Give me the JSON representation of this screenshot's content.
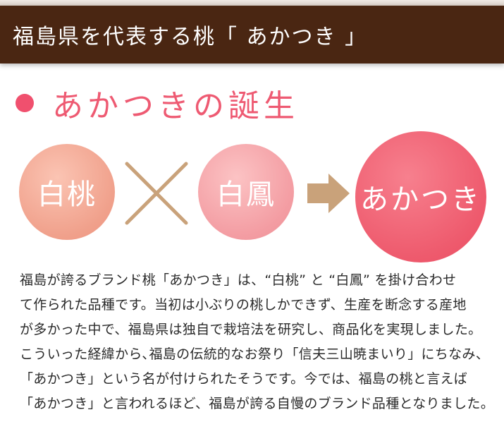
{
  "banner": {
    "title": "福島県を代表する桃「 あかつき 」"
  },
  "section": {
    "title": "あかつきの誕生"
  },
  "diagram": {
    "parent1": "白桃",
    "parent2": "白鳳",
    "result": "あかつき"
  },
  "body": {
    "lines": [
      "福島が誇るブランド桃「あかつき」は、“白桃” と “白鳳” を掛け合わせ",
      "て作られた品種です。当初は小ぶりの桃しかできず、生産を断念する産地",
      "が多かった中で、福島県は独自で栽培法を研究し、商品化を実現しました。",
      "こういった経緯から､福島の伝統的なお祭り「信夫三山暁まいり」にちなみ、",
      "「あかつき」という名が付けられたそうです。今では、福島の桃と言えば",
      "「あかつき」と言われるほど、福島が誇る自慢のブランド品種となりました。"
    ]
  },
  "colors": {
    "banner_bg": "#4a2612",
    "accent_pink": "#ee5a72",
    "cross_and_arrow": "#c9a27a"
  }
}
